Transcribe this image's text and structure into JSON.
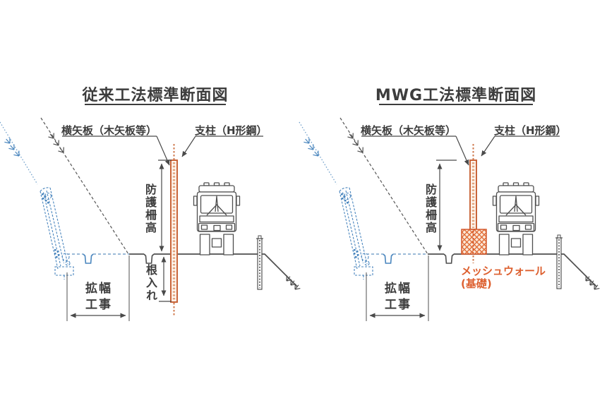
{
  "diagram": {
    "background": "#ffffff",
    "panels": [
      {
        "id": "conventional",
        "title": "従来工法標準断面図",
        "labels": {
          "lagging_board": "横矢板（木矢板等）",
          "support_post": "支柱（H形鋼）",
          "fence_height": "防護柵高",
          "embedment": "根入れ",
          "widening_line1": "拡幅",
          "widening_line2": "工事"
        }
      },
      {
        "id": "mwg",
        "title": "MWG工法標準断面図",
        "labels": {
          "lagging_board": "横矢板（木矢板等）",
          "support_post": "支柱（H形鋼）",
          "fence_height": "防護柵高",
          "widening_line1": "拡幅",
          "widening_line2": "工事",
          "mesh_wall_line1": "メッシュウォール",
          "mesh_wall_line2": "(基礎)"
        }
      }
    ],
    "colors": {
      "line_dark": "#4a4a4a",
      "plan_blue": "#4a86be",
      "post_orange": "#c9653a",
      "mesh_orange": "#dd5f2e"
    }
  }
}
